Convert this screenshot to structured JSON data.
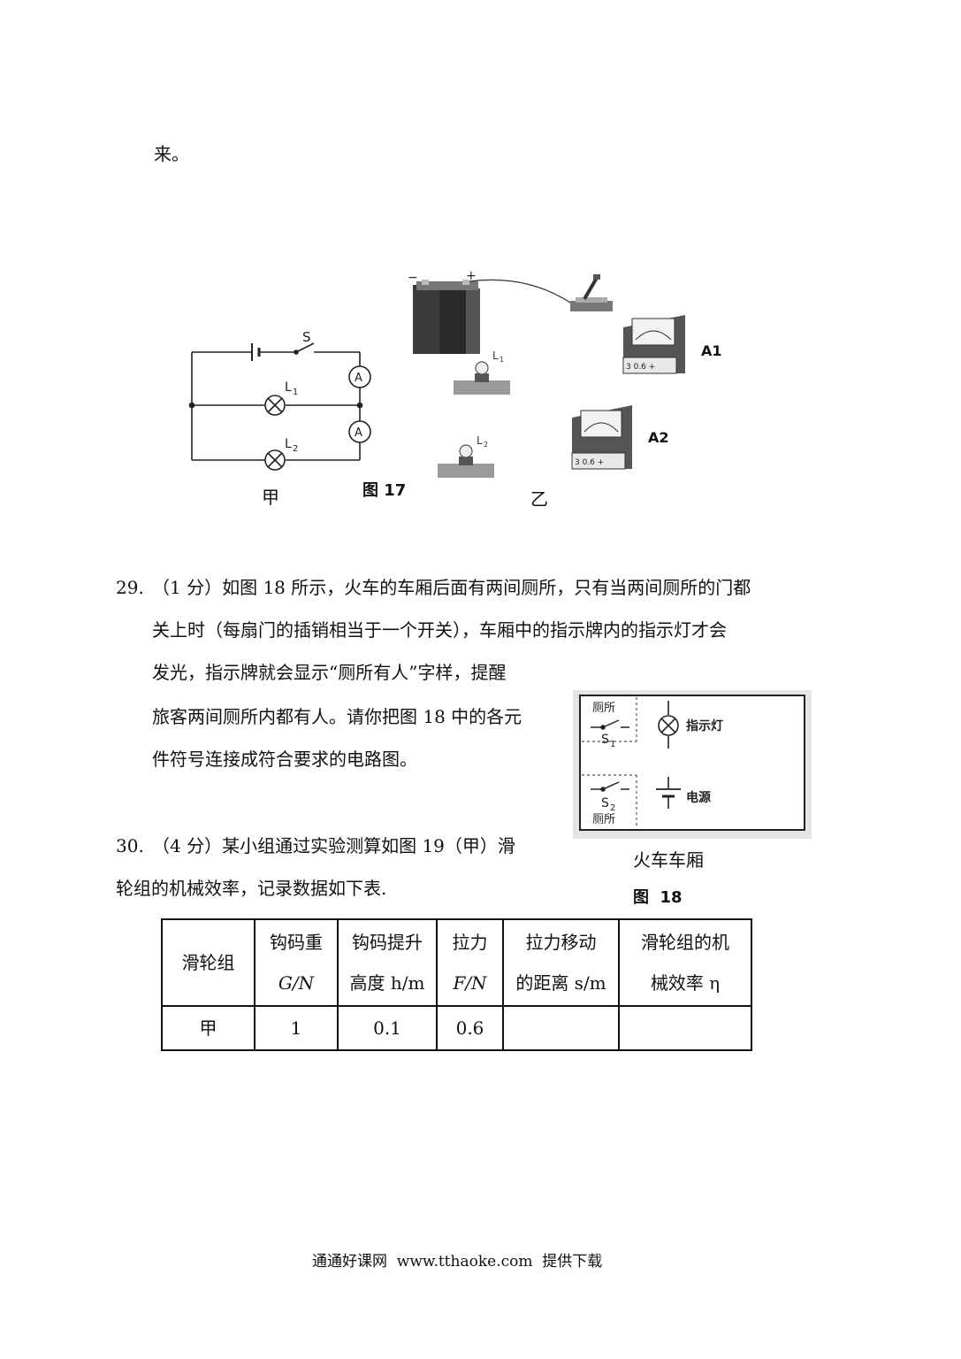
{
  "continuation_text": "来。",
  "figure17": {
    "caption": "图 17",
    "jia_label": "甲",
    "yi_label": "乙",
    "switch_label": "S",
    "lamp1_sub": "1",
    "lamp2_sub": "2",
    "lamp_letter": "L",
    "ammeter_letter": "A",
    "ammeter1_label": "A1",
    "ammeter2_label": "A2",
    "battery_minus": "−",
    "battery_plus": "+",
    "meter_scale": "3 0.6 +"
  },
  "question29": {
    "number": "29.",
    "lines": [
      "（1 分）如图 18 所示，火车的车厢后面有两间厕所，只有当两间厕所的门都",
      "关上时（每扇门的插销相当于一个开关），车厢中的指示牌内的指示灯才会",
      "发光，指示牌就会显示“厕所有人”字样，提醒",
      "旅客两间厕所内都有人。请你把图 18 中的各元",
      "件符号连接成符合要求的电路图。"
    ]
  },
  "figure18": {
    "toilet_top": "厕所",
    "switch1_label": "S",
    "switch1_sub": "1",
    "switch2_label": "S",
    "switch2_sub": "2",
    "toilet_bottom": "厕所",
    "lamp_label": "指示灯",
    "battery_label": "电源",
    "car_label": "火车车厢",
    "caption": "图  18"
  },
  "question30": {
    "number": "30.",
    "lines": [
      "（4 分）某小组通过实验测算如图 19（甲）滑",
      "轮组的机械效率，记录数据如下表."
    ]
  },
  "table": {
    "headers": [
      {
        "line1": "滑轮组",
        "line2": ""
      },
      {
        "line1": "钩码重",
        "line2": "G/N"
      },
      {
        "line1": "钩码提升",
        "line2": "高度 h/m"
      },
      {
        "line1": "拉力",
        "line2": "F/N"
      },
      {
        "line1": "拉力移动",
        "line2": "的距离 s/m"
      },
      {
        "line1": "滑轮组的机",
        "line2": "械效率 η"
      }
    ],
    "rows": [
      [
        "甲",
        "1",
        "0.1",
        "0.6",
        "",
        ""
      ]
    ]
  },
  "footer": "通通好课网  www.tthaoke.com  提供下载"
}
